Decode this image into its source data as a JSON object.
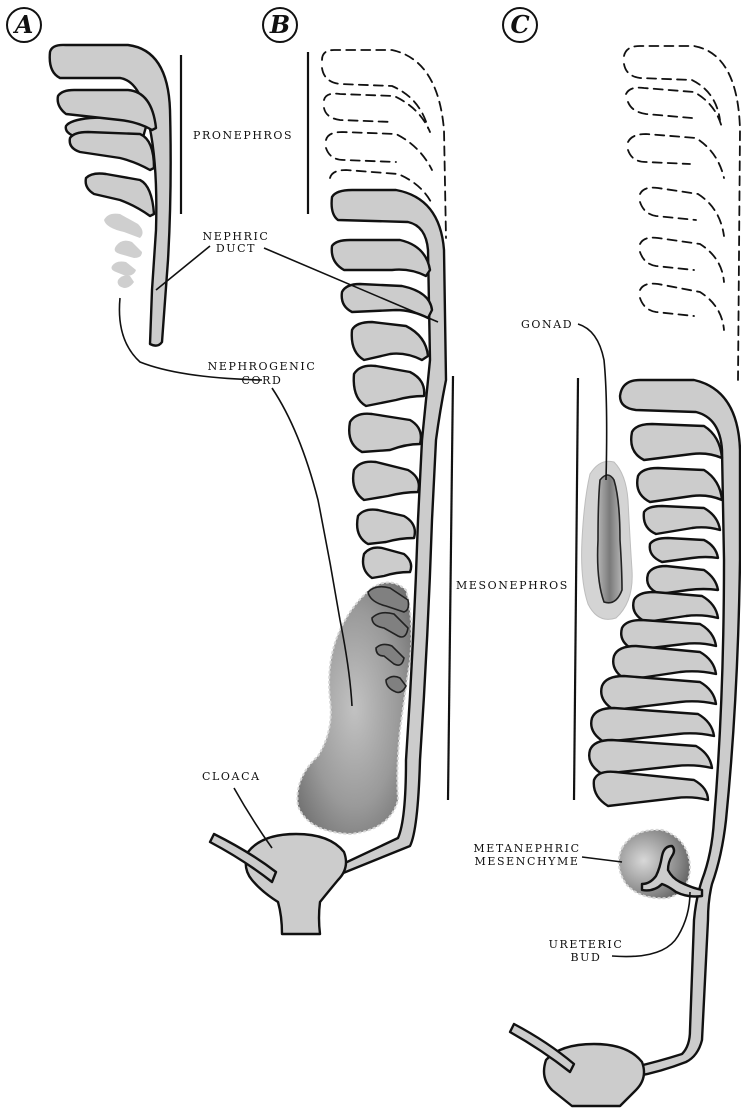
{
  "panels": [
    {
      "letter": "A"
    },
    {
      "letter": "B"
    },
    {
      "letter": "C"
    }
  ],
  "labels": {
    "pronephros": "Pronephros",
    "nephric_duct_1": "Nephric",
    "nephric_duct_2": "duct",
    "nephrogenic_cord_1": "Nephrogenic",
    "nephrogenic_cord_2": "cord",
    "mesonephros": "Mesonephros",
    "cloaca": "Cloaca",
    "gonad": "Gonad",
    "metanephric_mesenchyme_1": "Metanephric",
    "metanephric_mesenchyme_2": "mesenchyme",
    "ureteric_bud_1": "Ureteric",
    "ureteric_bud_2": "bud"
  },
  "colors": {
    "tissue": "#cccccc",
    "outline": "#111111",
    "mesenchyme_dark": "#777777",
    "mesenchyme_light": "#c4c4c4",
    "regressed_tubule": "#cfcfcf"
  }
}
